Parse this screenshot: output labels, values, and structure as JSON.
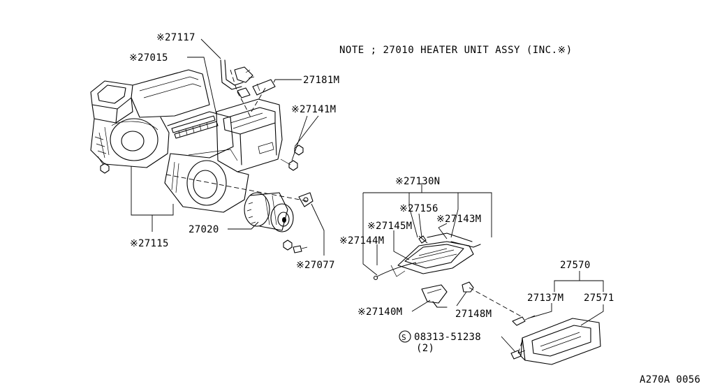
{
  "diagram": {
    "note": "NOTE ; 27010 HEATER UNIT ASSY (INC.※)",
    "figure_code": "A270A 0056",
    "labels": {
      "p27117": "※27117",
      "p27015": "※27015",
      "p27181M": "27181M",
      "p27141M": "※27141M",
      "p27115": "※27115",
      "p27020": "27020",
      "p27077": "※27077",
      "p27130N": "※27130N",
      "p27156": "※27156",
      "p27145M": "※27145M",
      "p27143M": "※27143M",
      "p27144M": "※27144M",
      "p27140M": "※27140M",
      "p27148M": "27148M",
      "p27570": "27570",
      "p27137M": "27137M",
      "p27571": "27571",
      "screw_code": "08313-51238",
      "screw_qty": "(2)",
      "screw_symbol": "S"
    }
  }
}
